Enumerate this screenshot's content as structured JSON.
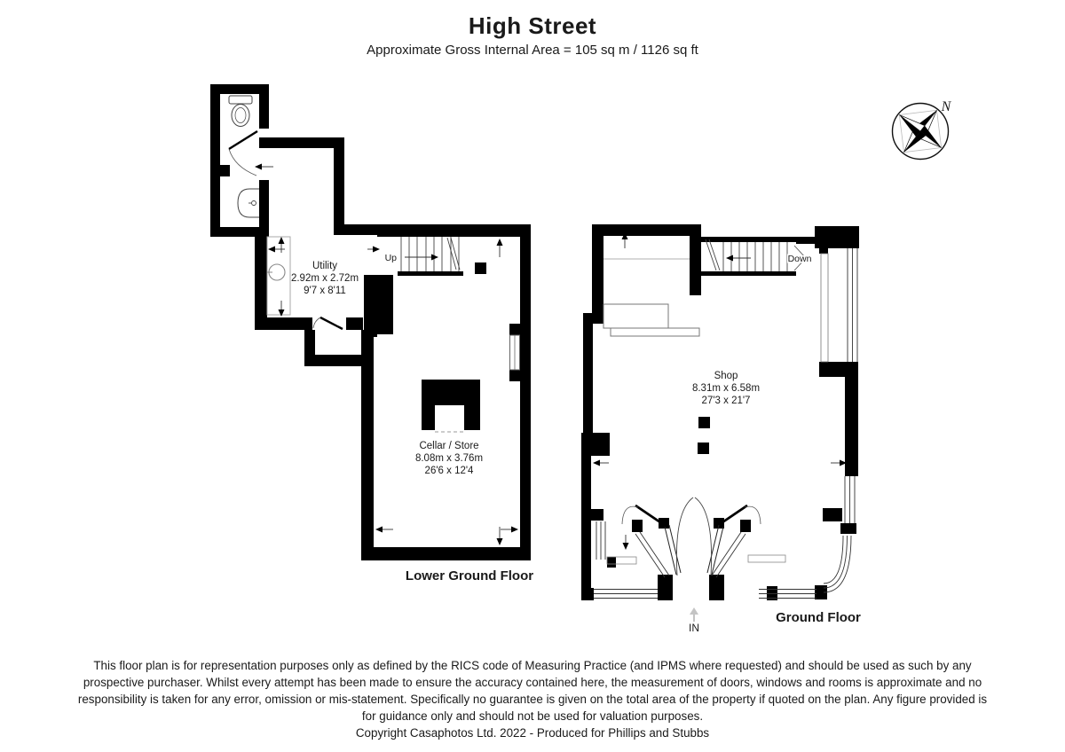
{
  "header": {
    "title": "High Street",
    "subtitle": "Approximate Gross Internal Area = 105 sq m / 1126 sq ft"
  },
  "compass": {
    "north_label": "N"
  },
  "lower_ground_floor": {
    "label": "Lower Ground Floor",
    "stairs_label": "Up",
    "rooms": [
      {
        "name": "Utility",
        "dimensions_metric": "2.92m x 2.72m",
        "dimensions_imperial": "9'7 x 8'11"
      },
      {
        "name": "Cellar / Store",
        "dimensions_metric": "8.08m x 3.76m",
        "dimensions_imperial": "26'6 x 12'4"
      }
    ]
  },
  "ground_floor": {
    "label": "Ground Floor",
    "stairs_label": "Down",
    "entrance_label": "IN",
    "rooms": [
      {
        "name": "Shop",
        "dimensions_metric": "8.31m x 6.58m",
        "dimensions_imperial": "27'3 x 21'7"
      }
    ]
  },
  "footer": {
    "disclaimer": "This floor plan is for representation purposes only as defined by the RICS code of Measuring Practice (and IPMS where requested) and should be used as such by any prospective purchaser. Whilst every attempt has been made to ensure the accuracy contained here, the measurement of doors, windows and rooms is approximate and no responsibility is taken for any error, omission or mis-statement. Specifically no guarantee is given on the total area of the property if quoted on the plan. Any figure provided is for guidance only and should not be used for valuation purposes.",
    "copyright": "Copyright Casaphotos Ltd. 2022 - Produced for Phillips and Stubbs"
  },
  "colors": {
    "wall": "#000000",
    "background": "#ffffff",
    "detail_line": "#444444",
    "entrance_arrow": "#c4c4c4"
  }
}
